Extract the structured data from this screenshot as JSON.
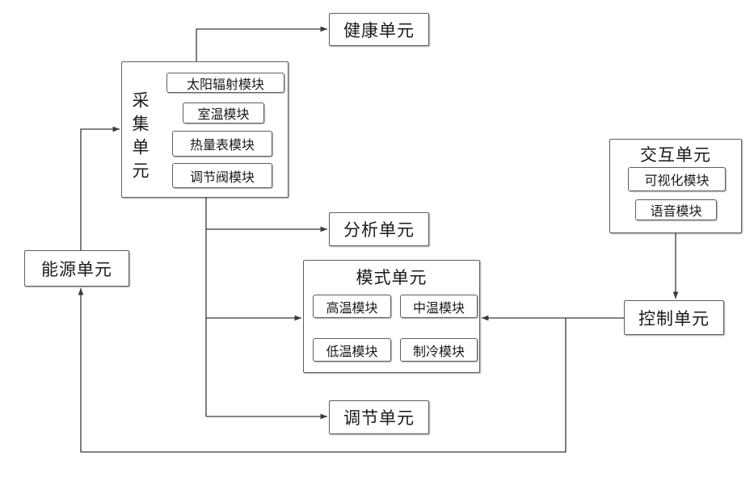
{
  "units": {
    "collection": {
      "label": "采集单元",
      "modules": [
        "太阳辐射模块",
        "室温模块",
        "热量表模块",
        "调节阀模块"
      ]
    },
    "health": {
      "label": "健康单元"
    },
    "analysis": {
      "label": "分析单元"
    },
    "mode": {
      "label": "模式单元",
      "modules": [
        "高温模块",
        "中温模块",
        "低温模块",
        "制冷模块"
      ]
    },
    "regulation": {
      "label": "调节单元"
    },
    "interaction": {
      "label": "交互单元",
      "modules": [
        "可视化模块",
        "语音模块"
      ]
    },
    "control": {
      "label": "控制单元"
    },
    "energy": {
      "label": "能源单元"
    }
  },
  "colors": {
    "line": "#3a3a3a",
    "border": "#5e5e5e",
    "background": "#ffffff"
  }
}
